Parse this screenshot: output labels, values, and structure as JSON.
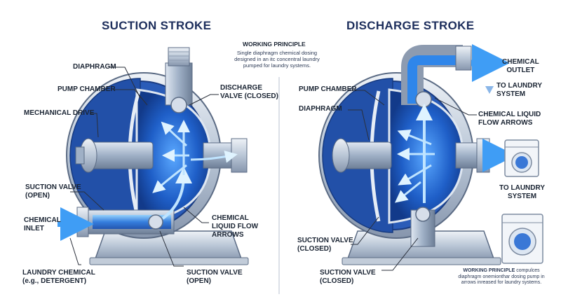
{
  "titles": {
    "left": "SUCTION STROKE",
    "right": "DISCHARGE STROKE"
  },
  "working_principle": {
    "heading": "WORKING PRINCIPLE",
    "text": "Single diaphragm chemical dosing\ndesigned in an itc concentral laundry\npumped for laundry systems."
  },
  "bottom_note": {
    "heading": "WORKING PRINCIPLE",
    "text": "compulces\ndiaphragm onemionthar dosing pump in\narrows inreased for laundry systems."
  },
  "left_labels": {
    "diaphragm": "DIAPHRAGM",
    "pump_chamber": "PUMP CHAMBER",
    "mechanical_drive": "MECHANICAL DRIVE",
    "suction_valve_open": "SUCTION VALVE\n(OPEN)",
    "chemical_inlet": "CHEMICAL\nINLET",
    "laundry_chemical": "LAUNDRY CHEMICAL\n(e.g., DETERGENT)",
    "discharge_valve_closed": "DISCHARGE\nVALVE (CLOSED)",
    "chemical_flow": "CHEMICAL\nLIQUID FLOW\nARROWS",
    "suction_valve_open_bottom": "SUCTION VALVE\n(OPEN)"
  },
  "right_labels": {
    "pump_chamber": "PUMP CHAMBER",
    "diaphragm": "DIAPHRAGM",
    "chemical_outlet": "CHEMICAL\nOUTLET",
    "to_laundry_system_top": "TO LAUNDRY\nSYSTEM",
    "chemical_flow": "CHEMICAL LIQUID\nFLOW ARROWS",
    "to_laundry_system_mid": "TO LAUNDRY\nSYSTEM",
    "suction_valve_closed_left": "SUCTION VALVE\n(CLOSED)",
    "suction_valve_closed_bottom": "SUCTION VALVE\n(CLOSED)"
  },
  "colors": {
    "title": "#1d2e5c",
    "housing_blue": "#1f4aa8",
    "fluid_blue": "#2f7de0",
    "metal": "#c7d2e0",
    "arrow": "#5bb7ff"
  }
}
